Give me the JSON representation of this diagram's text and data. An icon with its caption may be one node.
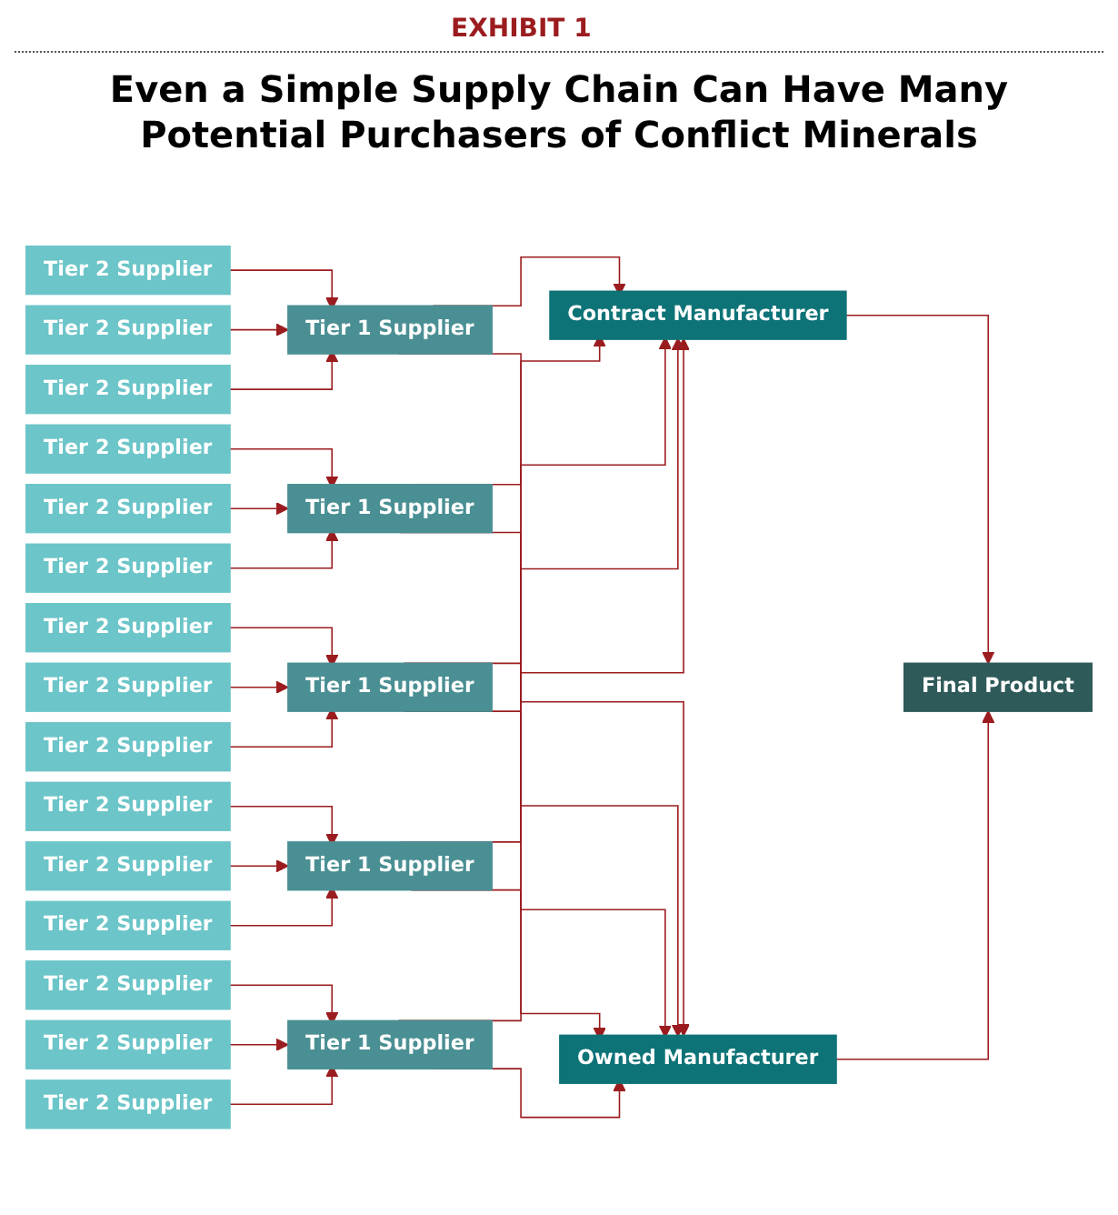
{
  "diagram": {
    "title": "Even a Simple Supply Chain Can Have Many Potential Purchasers of Conflict Minerals",
    "nodes": [
      {
        "text": [
          "Tier 2 Supplier"
        ]
      },
      {
        "text": [
          "Tier 2 Supplier"
        ]
      },
      {
        "text": [
          "Tier 2 Supplier"
        ]
      },
      {
        "text": [
          "Tier 2 Supplier"
        ]
      },
      {
        "text": [
          "Tier 2 Supplier"
        ]
      },
      {
        "text": [
          "Tier 2 Supplier"
        ]
      },
      {
        "text": [
          "Tier 2 Supplier"
        ]
      },
      {
        "text": [
          "Tier 2 Supplier"
        ]
      },
      {
        "text": [
          "Tier 2 Supplier"
        ]
      },
      {
        "text": [
          "Tier 2 Supplier"
        ]
      },
      {
        "text": [
          "Tier 2 Supplier"
        ]
      },
      {
        "text": [
          "Tier 2 Supplier"
        ]
      },
      {
        "text": [
          "Tier 2 Supplier"
        ]
      },
      {
        "text": [
          "Tier 2 Supplier"
        ]
      },
      {
        "text": [
          "Tier 2 Supplier"
        ]
      },
      {
        "text": [
          "Tier 1 Supplier"
        ]
      },
      {
        "text": [
          "Tier 1 Supplier"
        ]
      },
      {
        "text": [
          "Tier 1 Supplier"
        ]
      },
      {
        "text": [
          "Tier 1 Supplier"
        ]
      },
      {
        "text": [
          "Tier 1 Supplier"
        ]
      },
      {
        "text": [
          "Contract Manufacturer"
        ]
      },
      {
        "text": [
          "Owned Manufacturer"
        ]
      },
      {
        "text": [
          "Final Product"
        ]
      }
    ],
    "edges": [
      {
        "from": 0,
        "to": 15,
        "arrow": "to"
      },
      {
        "from": 1,
        "to": 15,
        "arrow": "to"
      },
      {
        "from": 2,
        "to": 15,
        "arrow": "to"
      },
      {
        "from": 3,
        "to": 16,
        "arrow": "to"
      },
      {
        "from": 4,
        "to": 16,
        "arrow": "to"
      },
      {
        "from": 5,
        "to": 16,
        "arrow": "to"
      },
      {
        "from": 6,
        "to": 17,
        "arrow": "to"
      },
      {
        "from": 7,
        "to": 17,
        "arrow": "to"
      },
      {
        "from": 8,
        "to": 17,
        "arrow": "to"
      },
      {
        "from": 9,
        "to": 18,
        "arrow": "to"
      },
      {
        "from": 10,
        "to": 18,
        "arrow": "to"
      },
      {
        "from": 11,
        "to": 18,
        "arrow": "to"
      },
      {
        "from": 12,
        "to": 19,
        "arrow": "to"
      },
      {
        "from": 13,
        "to": 19,
        "arrow": "to"
      },
      {
        "from": 14,
        "to": 19,
        "arrow": "to"
      },
      {
        "from": 15,
        "to": 20,
        "arrow": "to"
      },
      {
        "from": 15,
        "to": 21,
        "arrow": "to"
      },
      {
        "from": 16,
        "to": 20,
        "arrow": "to"
      },
      {
        "from": 16,
        "to": 21,
        "arrow": "to"
      },
      {
        "from": 17,
        "to": 20,
        "arrow": "to"
      },
      {
        "from": 17,
        "to": 21,
        "arrow": "to"
      },
      {
        "from": 18,
        "to": 20,
        "arrow": "to"
      },
      {
        "from": 18,
        "to": 21,
        "arrow": "to"
      },
      {
        "from": 19,
        "to": 20,
        "arrow": "to"
      },
      {
        "from": 19,
        "to": 21,
        "arrow": "to"
      },
      {
        "from": 20,
        "to": 22,
        "arrow": "to"
      },
      {
        "from": 21,
        "to": 22,
        "arrow": "to"
      }
    ],
    "labels": [
      "EXHIBIT 1"
    ]
  }
}
